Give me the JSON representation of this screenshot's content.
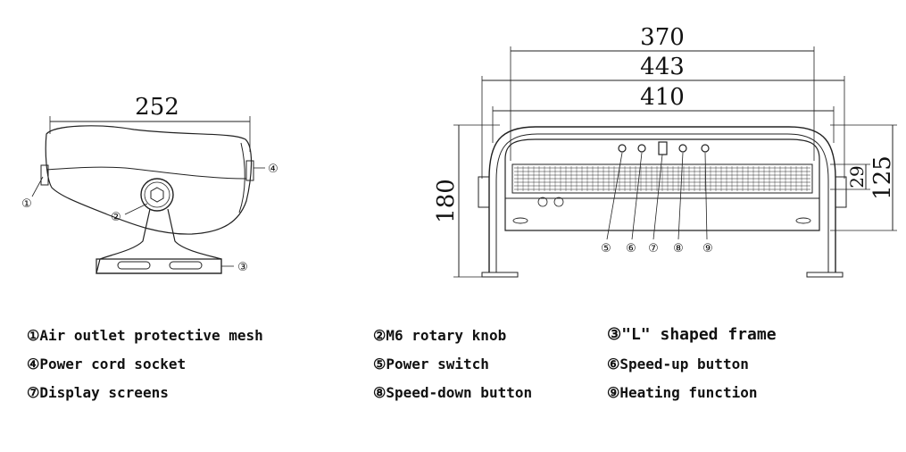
{
  "dimensions": {
    "side_width": "252",
    "top_width": "370",
    "mid_width": "443",
    "inner_width": "410",
    "height_total": "180",
    "height_right": "125",
    "height_small": "29"
  },
  "callouts": [
    "①",
    "②",
    "③",
    "④",
    "⑤",
    "⑥",
    "⑦",
    "⑧",
    "⑨"
  ],
  "legend": [
    "①Air outlet protective mesh",
    "②M6 rotary knob",
    "③\"L\" shaped frame",
    "④Power cord socket",
    "⑤Power switch",
    "⑥Speed-up button",
    "⑦Display screens",
    "⑧Speed-down button",
    "⑨Heating function"
  ]
}
